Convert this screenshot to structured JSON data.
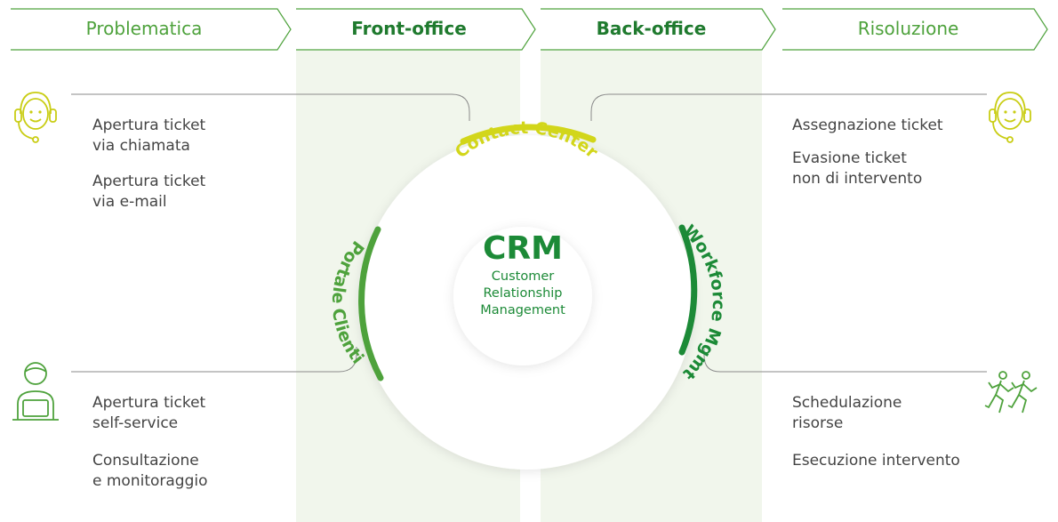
{
  "colors": {
    "dark_green": "#1c8a37",
    "mid_green": "#4ea23c",
    "yellow": "#d2d61a",
    "band": "#f1f6ec",
    "text": "#444444"
  },
  "steps": [
    {
      "label": "Problematica",
      "weight": "light"
    },
    {
      "label": "Front-office",
      "weight": "bold"
    },
    {
      "label": "Back-office",
      "weight": "bold"
    },
    {
      "label": "Risoluzione",
      "weight": "light"
    }
  ],
  "crm": {
    "title": "CRM",
    "subtitle_lines": [
      "Customer",
      "Relationship",
      "Management"
    ]
  },
  "ring_labels": {
    "contact_center": "Contact Center",
    "portale_clienti": "Portale Clienti",
    "workforce_mgmt": "Workforce Mgmt"
  },
  "left_top": {
    "icon": "headset-agent-icon",
    "item1": [
      "Apertura ticket",
      "via chiamata"
    ],
    "item2": [
      "Apertura ticket",
      "via e-mail"
    ]
  },
  "left_bottom": {
    "icon": "computer-user-icon",
    "item1": [
      "Apertura ticket",
      "self-service"
    ],
    "item2": [
      "Consultazione",
      "e monitoraggio"
    ]
  },
  "right_top": {
    "icon": "headset-agent-icon",
    "item1": [
      "Assegnazione ticket"
    ],
    "item2": [
      "Evasione ticket",
      "non di intervento"
    ]
  },
  "right_bottom": {
    "icon": "running-workers-icon",
    "item1": [
      "Schedulazione",
      "risorse"
    ],
    "item2": [
      "Esecuzione intervento"
    ]
  }
}
